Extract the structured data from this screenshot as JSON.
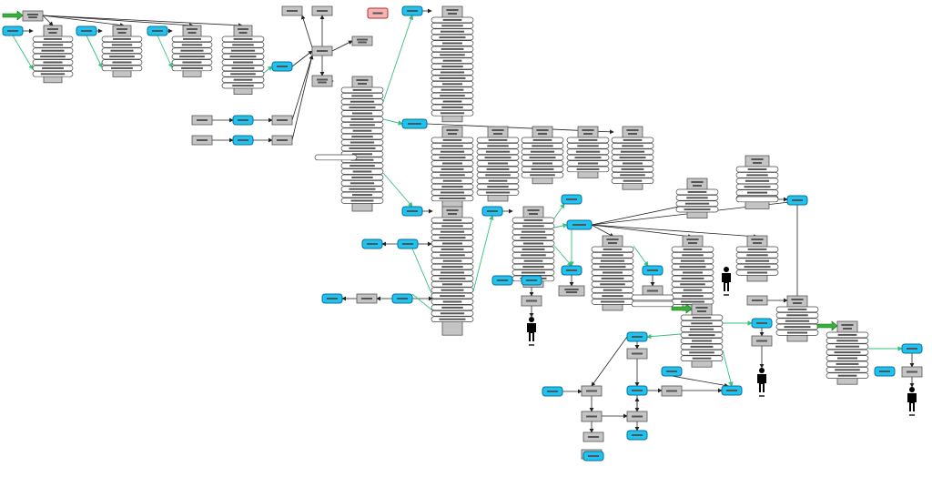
{
  "diagram": {
    "description_text_legible": false,
    "colors": {
      "background": "#ffffff",
      "process_box_fill": "#c4c4c4",
      "process_box_stroke": "#555555",
      "data_pill_fill": "#ffffff",
      "data_pill_stroke": "#444444",
      "cyan_node_fill": "#1ec3f2",
      "cyan_node_stroke": "#0a6f92",
      "pink_node_fill": "#f4b2b2",
      "pink_node_stroke": "#b03030",
      "green_arrow_fill": "#36b336",
      "black_connector": "#222222",
      "green_connector": "#35c07e",
      "actor_fill": "#000000",
      "label_placeholder": "#555555"
    },
    "node_kinds": [
      "process-box",
      "data-pill",
      "cyan-node",
      "pink-node",
      "actor-icon",
      "green-start-arrow"
    ]
  }
}
